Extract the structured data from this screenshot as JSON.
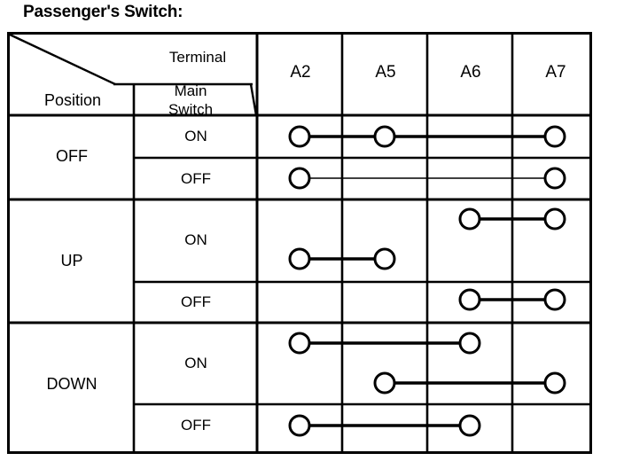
{
  "page": {
    "title": "Passenger's Switch:",
    "background_color": "#ffffff",
    "ink_color": "#000000"
  },
  "table": {
    "header": {
      "corner_upper_label": "Terminal",
      "corner_lower_left_label": "Position",
      "corner_lower_right_label": "Main\nSwitch",
      "terminal_columns": [
        "A2",
        "A5",
        "A6",
        "A7"
      ]
    },
    "row_groups": [
      {
        "position": "OFF",
        "rows": [
          {
            "main_switch": "ON",
            "terminals": [
              "A2",
              "A5",
              "A7"
            ]
          },
          {
            "main_switch": "OFF",
            "terminals": [
              "A2",
              "A7"
            ]
          }
        ]
      },
      {
        "position": "UP",
        "rows": [
          {
            "main_switch": "ON",
            "terminals": [
              "A2",
              "A5",
              "A6",
              "A7"
            ]
          },
          {
            "main_switch": "OFF",
            "terminals": [
              "A6",
              "A7"
            ]
          }
        ]
      },
      {
        "position": "DOWN",
        "rows": [
          {
            "main_switch": "ON",
            "terminals": [
              "A2",
              "A5",
              "A6",
              "A7"
            ]
          },
          {
            "main_switch": "OFF",
            "terminals": [
              "A2",
              "A6"
            ]
          }
        ]
      }
    ],
    "continuity": [
      {
        "position": "OFF",
        "main_switch": "ON",
        "connections": [
          [
            "A2",
            "A5",
            "A7"
          ]
        ]
      },
      {
        "position": "OFF",
        "main_switch": "OFF",
        "connections": [
          [
            "A2",
            "A7"
          ]
        ]
      },
      {
        "position": "UP",
        "main_switch": "ON",
        "connections": [
          [
            "A6",
            "A7"
          ],
          [
            "A2",
            "A5"
          ]
        ]
      },
      {
        "position": "UP",
        "main_switch": "OFF",
        "connections": [
          [
            "A6",
            "A7"
          ]
        ]
      },
      {
        "position": "DOWN",
        "main_switch": "ON",
        "connections": [
          [
            "A2",
            "A6"
          ],
          [
            "A5",
            "A7"
          ]
        ]
      },
      {
        "position": "DOWN",
        "main_switch": "OFF",
        "connections": [
          [
            "A2",
            "A6"
          ]
        ]
      }
    ]
  }
}
